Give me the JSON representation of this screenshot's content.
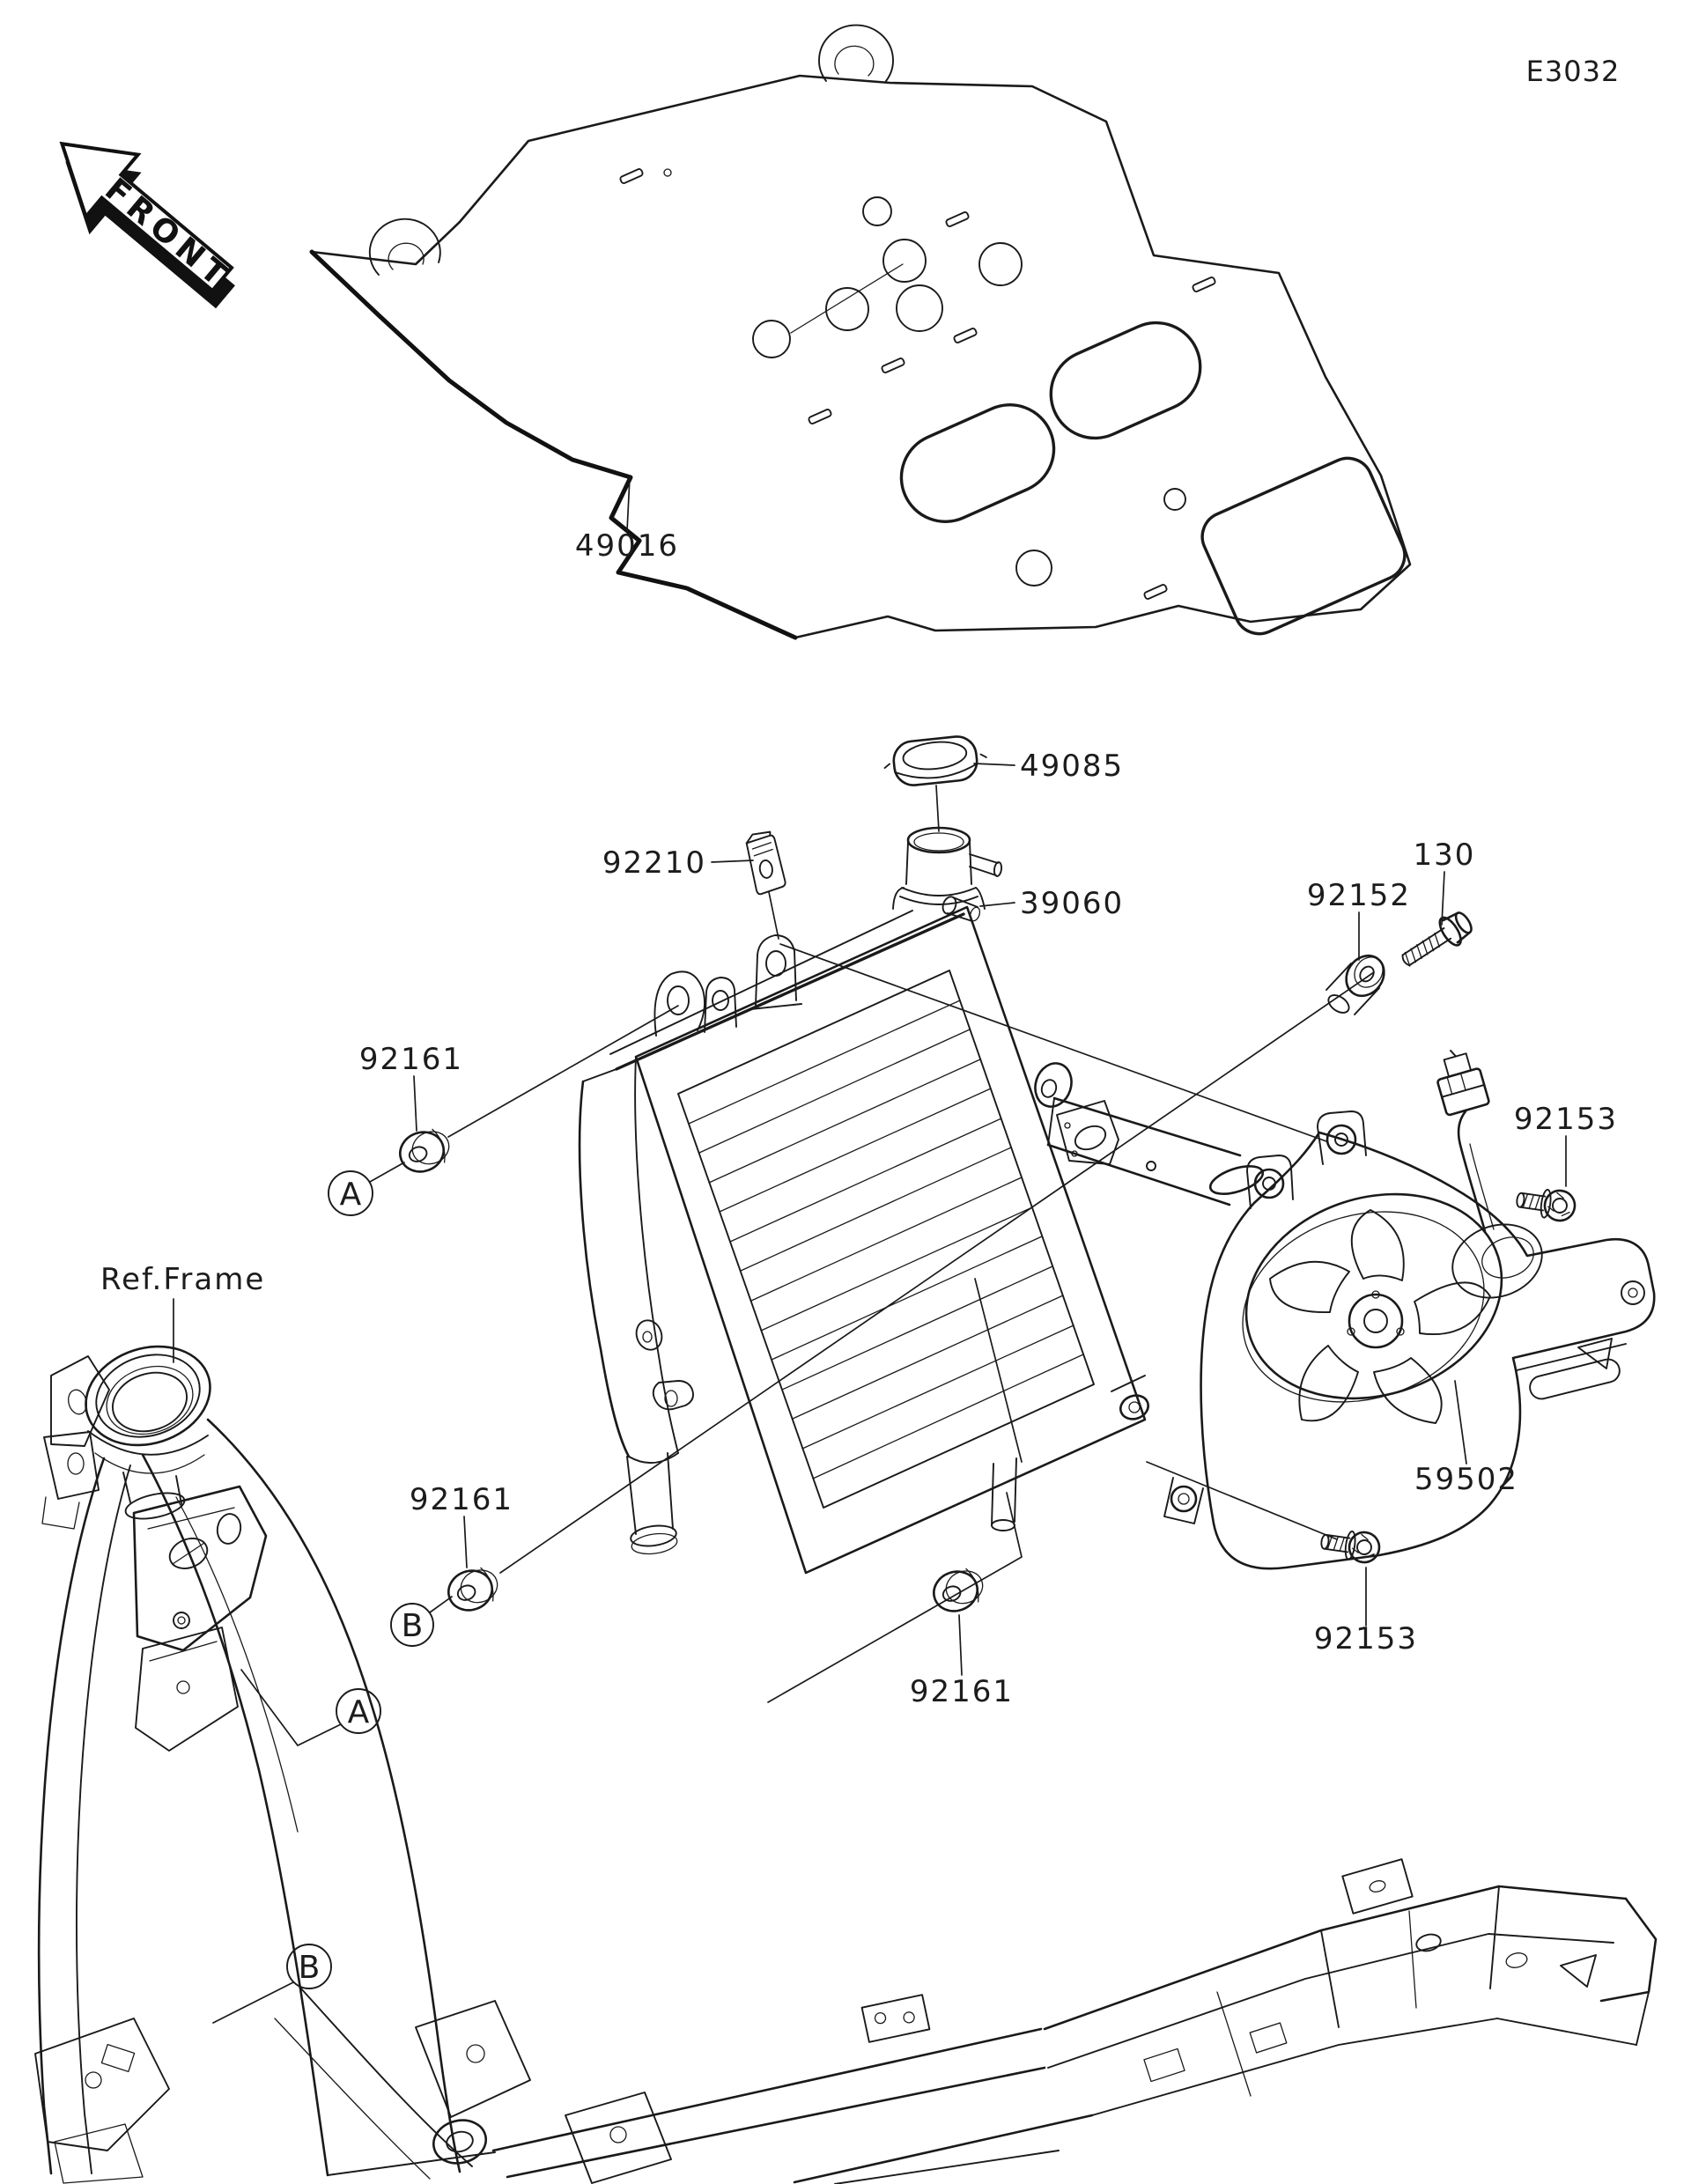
{
  "page": {
    "code": "E3032"
  },
  "front_arrow": {
    "label": "FRONT"
  },
  "references": {
    "frame": "Ref.Frame"
  },
  "parts": {
    "heat_guard": "49016",
    "radiator_cap": "49085",
    "clamp": "92210",
    "air_bleed_bolt": "39060",
    "damper": "92152",
    "flange_bolt": "130",
    "screw_upper": "92153",
    "screw_lower": "92153",
    "grommet_upper": "92161",
    "grommet_left": "92161",
    "grommet_lower": "92161",
    "fan_assembly": "59502"
  },
  "markers": {
    "a1": "A",
    "a2": "A",
    "b1": "B",
    "b2": "B"
  }
}
